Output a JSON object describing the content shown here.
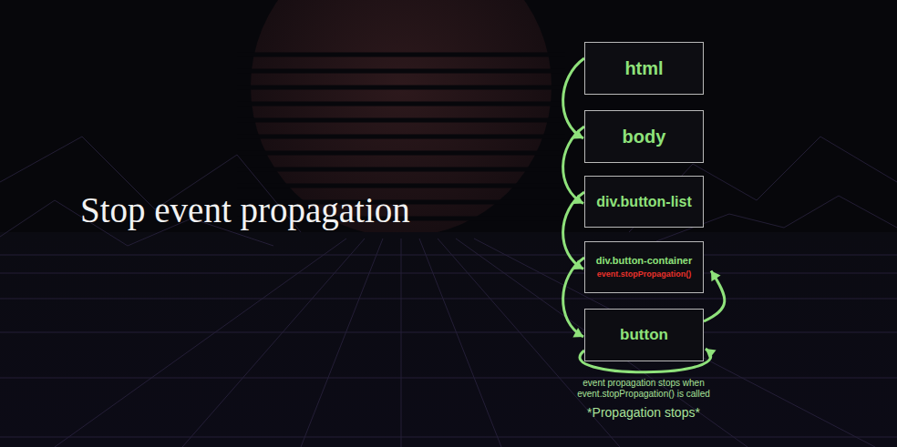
{
  "diagram": {
    "title": "Stop event propagation",
    "nodes": [
      {
        "text": [
          "html"
        ]
      },
      {
        "text": [
          "body"
        ]
      },
      {
        "text": [
          "div.button-list"
        ]
      },
      {
        "text": [
          "div.button-container",
          "event.stopPropagation()"
        ]
      },
      {
        "text": [
          "button"
        ]
      }
    ],
    "edges": [
      {
        "from": 0,
        "to": 1,
        "arrow": "to"
      },
      {
        "from": 1,
        "to": 2,
        "arrow": "to"
      },
      {
        "from": 2,
        "to": 3,
        "arrow": "to"
      },
      {
        "from": 3,
        "to": 4,
        "arrow": "to"
      },
      {
        "from": 4,
        "to": 4,
        "arrow": "to"
      },
      {
        "from": 4,
        "to": 3,
        "arrow": "to"
      }
    ],
    "labels": [
      "event propagation stops when event.stopPropagation() is called",
      "*Propagation stops*"
    ]
  }
}
